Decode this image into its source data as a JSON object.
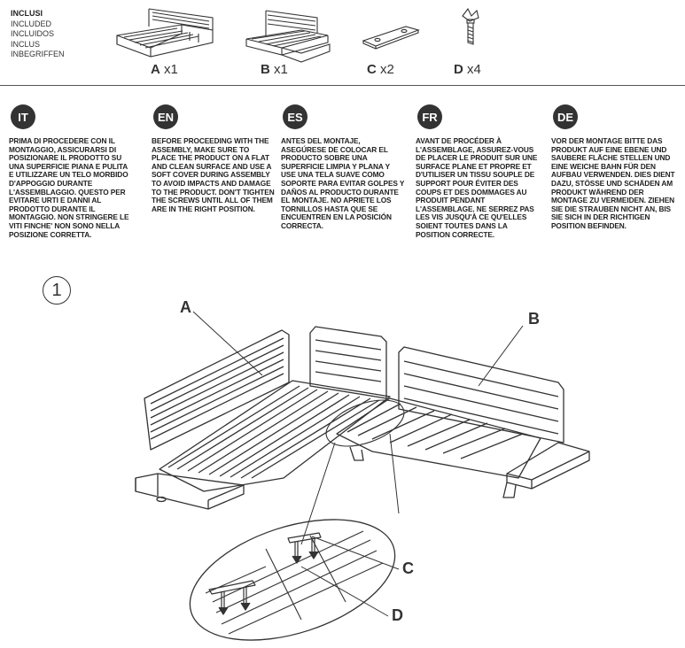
{
  "included": {
    "lines": [
      "INCLUSI",
      "INCLUDED",
      "INCLUIDOS",
      "INCLUS",
      "INBEGRIFFEN"
    ]
  },
  "parts": [
    {
      "letter": "A",
      "qty": "x1",
      "icon": "corner-sofa-module-icon"
    },
    {
      "letter": "B",
      "qty": "x1",
      "icon": "sofa-module-icon"
    },
    {
      "letter": "C",
      "qty": "x2",
      "icon": "connecting-plate-icon"
    },
    {
      "letter": "D",
      "qty": "x4",
      "icon": "wing-screw-icon"
    }
  ],
  "languages": [
    {
      "code": "IT",
      "text": "PRIMA DI PROCEDERE CON IL MONTAGGIO, ASSICURARSI DI POSIZIONARE IL PRODOTTO SU UNA SUPERFICIE PIANA E PULITA E UTILIZZARE UN TELO MORBIDO D'APPOGGIO DURANTE L'ASSEMBLAGGIO. QUESTO PER EVITARE URTI E DANNI AL PRODOTTO DURANTE IL MONTAGGIO. NON STRINGERE LE VITI FINCHE' NON SONO NELLA POSIZIONE CORRETTA."
    },
    {
      "code": "EN",
      "text": "BEFORE PROCEEDING WITH THE ASSEMBLY, MAKE SURE TO PLACE THE PRODUCT ON A FLAT AND CLEAN SURFACE AND USE A SOFT COVER DURING ASSEMBLY TO AVOID IMPACTS AND DAMAGE TO THE PRODUCT. DON'T TIGHTEN THE SCREWS UNTIL ALL OF THEM ARE IN THE RIGHT POSITION."
    },
    {
      "code": "ES",
      "text": "ANTES DEL MONTAJE, ASEGÚRESE DE COLOCAR EL PRODUCTO SOBRE UNA SUPERFICIE LIMPIA Y PLANA Y USE UNA TELA SUAVE COMO SOPORTE PARA EVITAR GOLPES Y DAÑOS AL PRODUCTO DURANTE EL MONTAJE. NO APRIETE LOS TORNILLOS HASTA QUE SE ENCUENTREN EN LA POSICIÓN CORRECTA."
    },
    {
      "code": "FR",
      "text": "AVANT DE PROCÉDER À L'ASSEMBLAGE, ASSUREZ-VOUS DE PLACER LE PRODUIT SUR UNE SURFACE PLANE ET PROPRE ET D'UTILISER UN TISSU SOUPLE DE SUPPORT POUR ÉVITER DES COUPS ET DES DOMMAGES AU PRODUIT PENDANT L'ASSEMBLAGE. NE SERREZ PAS LES VIS JUSQU'À CE QU'ELLES SOIENT TOUTES DANS LA POSITION CORRECTE."
    },
    {
      "code": "DE",
      "text": "VOR DER MONTAGE BITTE DAS PRODUKT AUF EINE EBENE UND SAUBERE FLÄCHE STELLEN UND EINE WEICHE BAHN FÜR DEN AUFBAU VERWENDEN. DIES DIENT DAZU, STÖSSE UND SCHÄDEN AM PRODUKT WÄHREND DER MONTAGE ZU VERMEIDEN. ZIEHEN SIE DIE STRAUBEN NICHT AN, BIS SIE SICH IN DER RICHTIGEN POSITION BEFINDEN."
    }
  ],
  "step": {
    "number": "1"
  },
  "callouts": {
    "a": "A",
    "b": "B",
    "c": "C",
    "d": "D"
  }
}
